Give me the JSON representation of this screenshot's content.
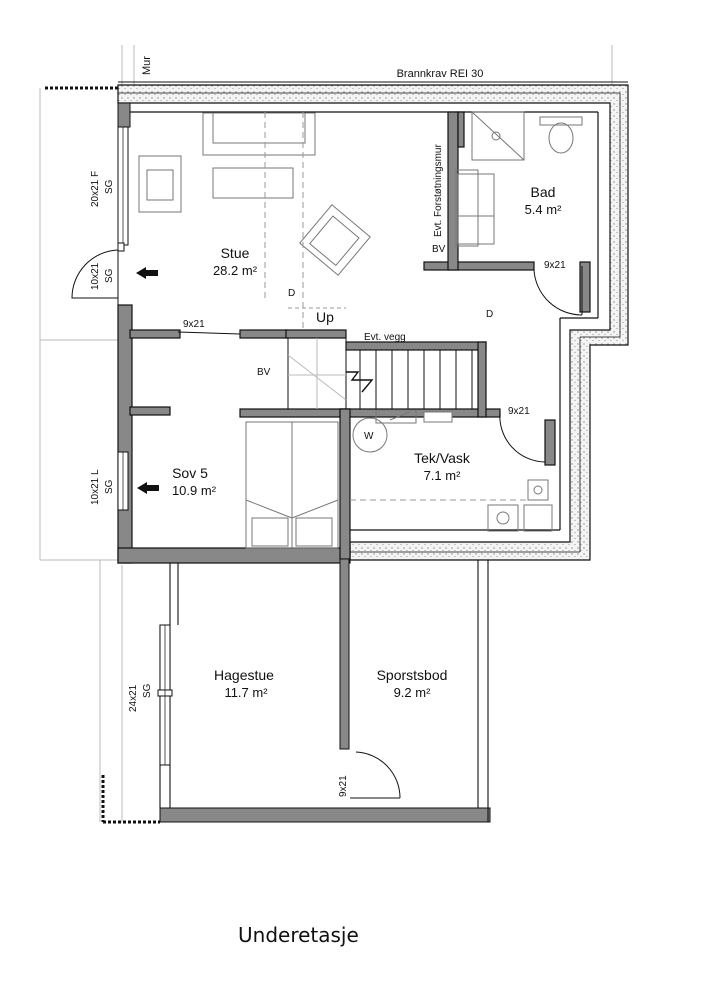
{
  "header": {
    "wall_top": "Mur",
    "fire_req": "Brannkrav REI 30"
  },
  "rooms": {
    "stue": {
      "name": "Stue",
      "area": "28.2 m²"
    },
    "bad": {
      "name": "Bad",
      "area": "5.4 m²"
    },
    "sov5": {
      "name": "Sov 5",
      "area": "10.9 m²"
    },
    "tekvask": {
      "name": "Tek/Vask",
      "area": "7.1 m²"
    },
    "hagestue": {
      "name": "Hagestue",
      "area": "11.7 m²"
    },
    "sportsbod": {
      "name": "Sporstsbod",
      "area": "9.2 m²"
    }
  },
  "labels": {
    "forstotningsmur": "Evt. Forstøtningsmur",
    "bv": "BV",
    "up": "Up",
    "evt_vegg": "Evt. vegg",
    "d": "D",
    "w": "W"
  },
  "windows": {
    "stue_window": {
      "size": "20x21 F",
      "type": "SG"
    },
    "stue_door": {
      "size": "10x21",
      "type": "SG"
    },
    "sov_window": {
      "size": "10x21 L",
      "type": "SG"
    },
    "hage_window": {
      "size": "24x21",
      "type": "SG"
    }
  },
  "doors": {
    "bad": "9x21",
    "stue_sov": "9x21",
    "tek": "9x21",
    "bod": "9x21"
  },
  "footer": {
    "title": "Underetasje"
  }
}
